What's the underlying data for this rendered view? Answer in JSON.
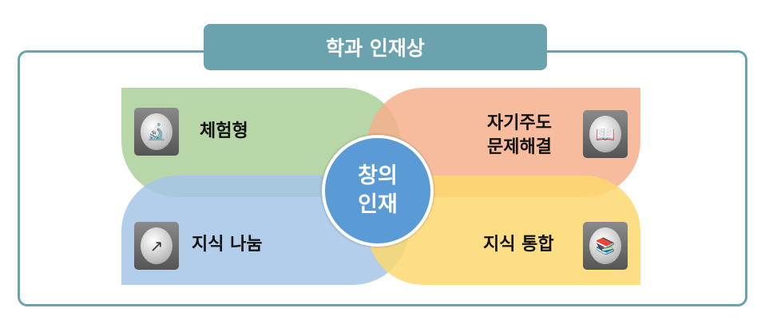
{
  "title": "학과 인재상",
  "center": {
    "line1": "창의",
    "line2": "인재"
  },
  "quadrants": [
    {
      "label": "체험형",
      "icon": "microscope-icon",
      "color": "#aad09a"
    },
    {
      "line1": "자기주도",
      "line2": "문제해결",
      "icon": "reading-person-icon",
      "color": "#f4b08c"
    },
    {
      "label": "지식 나눔",
      "icon": "share-arrow-icon",
      "color": "#a4c6e8"
    },
    {
      "label": "지식 통합",
      "icon": "book-stack-icon",
      "color": "#fdd870"
    }
  ],
  "accent": "#6aa3ad"
}
